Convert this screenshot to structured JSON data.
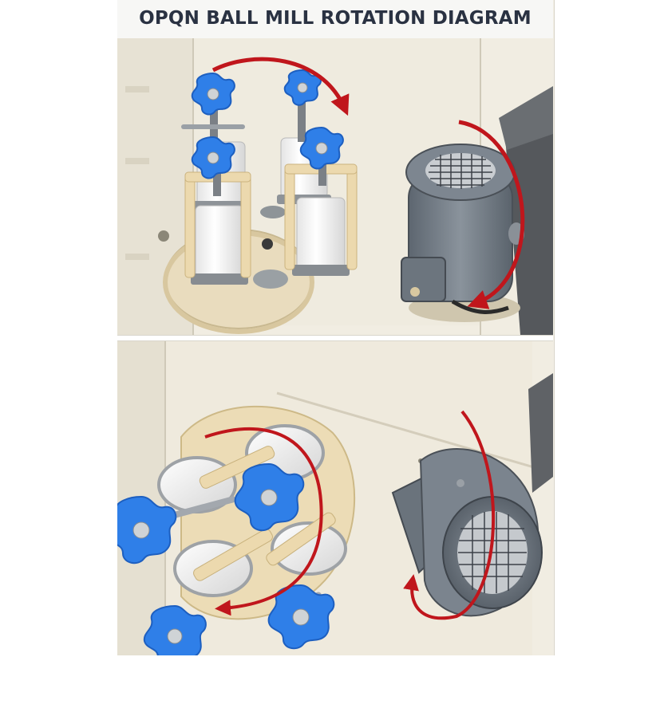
{
  "diagram": {
    "title": "OPQN BALL MILL ROTATION DIAGRAM"
  },
  "colors": {
    "knob_blue": "#2f7fe8",
    "knob_blue_dark": "#1d5fc0",
    "arrow_red": "#c0161c",
    "turntable_beige": "#efe2c4",
    "motor_gray": "#707a86",
    "cabinet_cream": "#f3f0e6",
    "jar_white": "#fbfbfb"
  },
  "icons": [
    "curved-arrow-red",
    "star-knob-blue",
    "electric-motor",
    "grinding-jar"
  ]
}
